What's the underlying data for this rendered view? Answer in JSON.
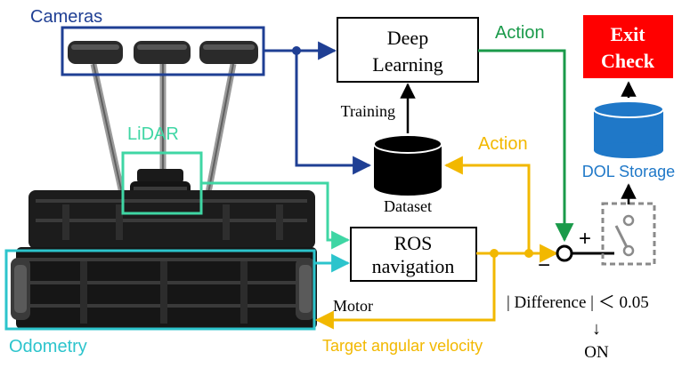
{
  "labels": {
    "cameras": "Cameras",
    "lidar": "LiDAR",
    "odometry": "Odometry",
    "deep_learning_line1": "Deep",
    "deep_learning_line2": "Learning",
    "training": "Training",
    "dataset": "Dataset",
    "ros_line1": "ROS",
    "ros_line2": "navigation",
    "action_top": "Action",
    "action_mid": "Action",
    "motor": "Motor",
    "target_angular_velocity": "Target angular velocity",
    "exit_line1": "Exit",
    "exit_line2": "Check",
    "dol_storage": "DOL Storage",
    "plus": "+",
    "minus": "−",
    "difference": "| Difference | ＜ 0.05",
    "down_arrow": "↓",
    "on": "ON"
  },
  "colors": {
    "cameras": "#1f3f94",
    "lidar": "#3fd6a4",
    "odometry": "#2cc4cc",
    "action_top": "#1a9a4a",
    "action_orange": "#f2b800",
    "exit_red": "#ff0000",
    "dol_blue": "#1f78c8"
  }
}
